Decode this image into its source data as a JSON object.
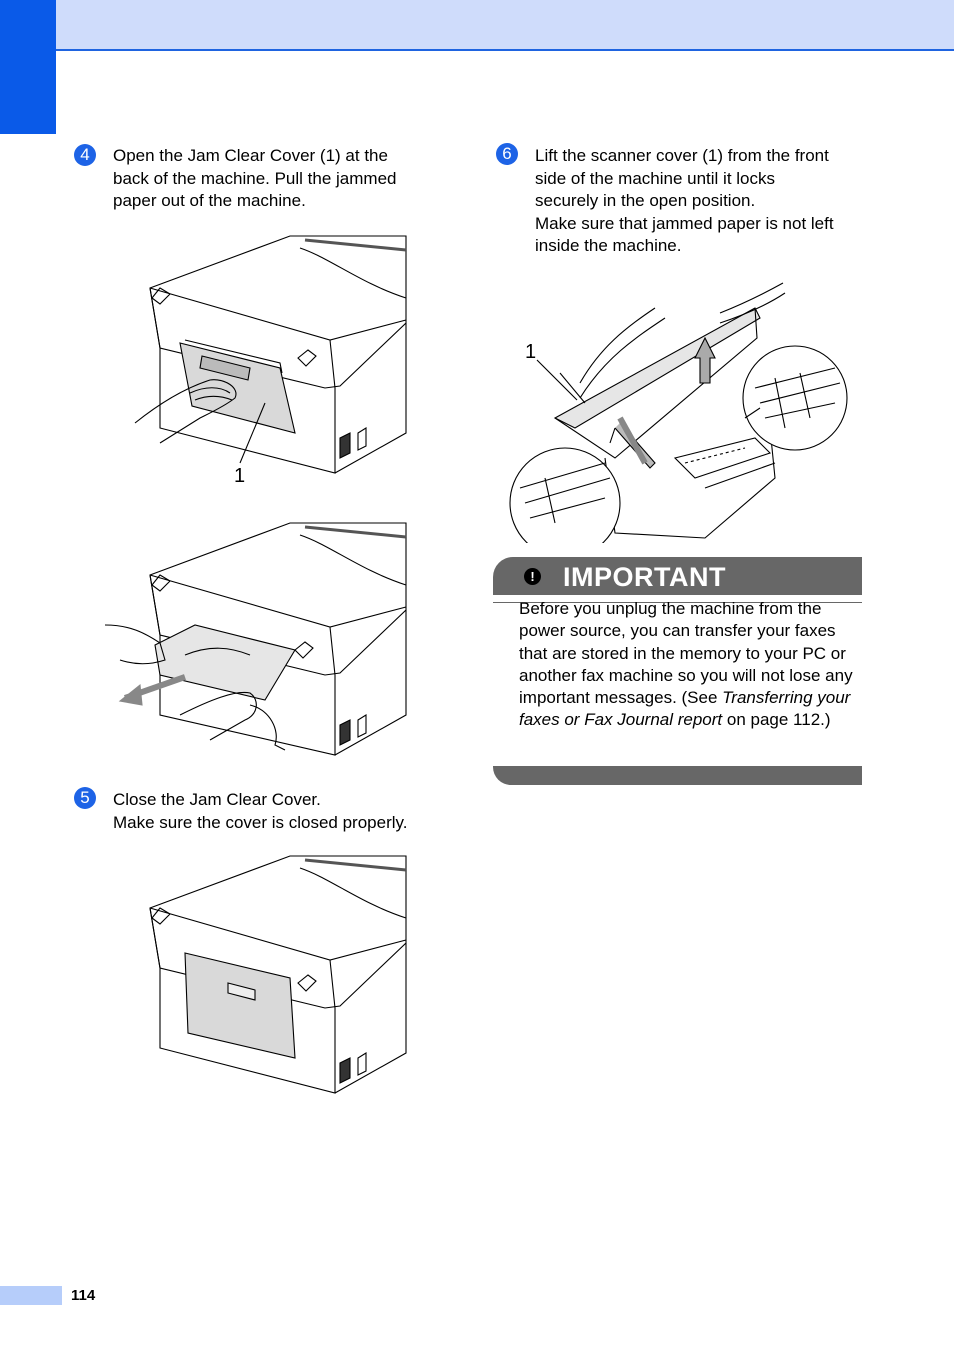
{
  "page_number": "114",
  "steps": [
    {
      "number": "4",
      "lines": [
        "Open the Jam Clear Cover (1) at the",
        "back of the machine. Pull the jammed",
        "paper out of the machine."
      ]
    },
    {
      "number": "5",
      "lines": [
        "Close the Jam Clear Cover.",
        "Make sure the cover is closed properly."
      ]
    },
    {
      "number": "6",
      "lines": [
        "Lift the scanner cover (1) from the front",
        "side of the machine until it locks",
        "securely in the open position.",
        "Make sure that jammed paper is not left",
        "inside the machine."
      ]
    }
  ],
  "callouts": {
    "jam_cover": "1",
    "scanner_cover": "1"
  },
  "important": {
    "icon": "exclamation-icon",
    "title": "IMPORTANT",
    "text_before": "Before you unplug the machine from the power source, you can transfer your faxes that are stored in the memory to your PC or another fax machine so you will not lose any important messages. (See ",
    "text_italic": "Transferring your faxes or Fax Journal report",
    "text_after": " on page 112.)"
  },
  "colors": {
    "header_band": "#cfdcfb",
    "side_tab": "#0a5ae8",
    "step_bullet": "#1d63e6",
    "important_bar": "#676767",
    "page_tab": "#b6cdfa"
  }
}
